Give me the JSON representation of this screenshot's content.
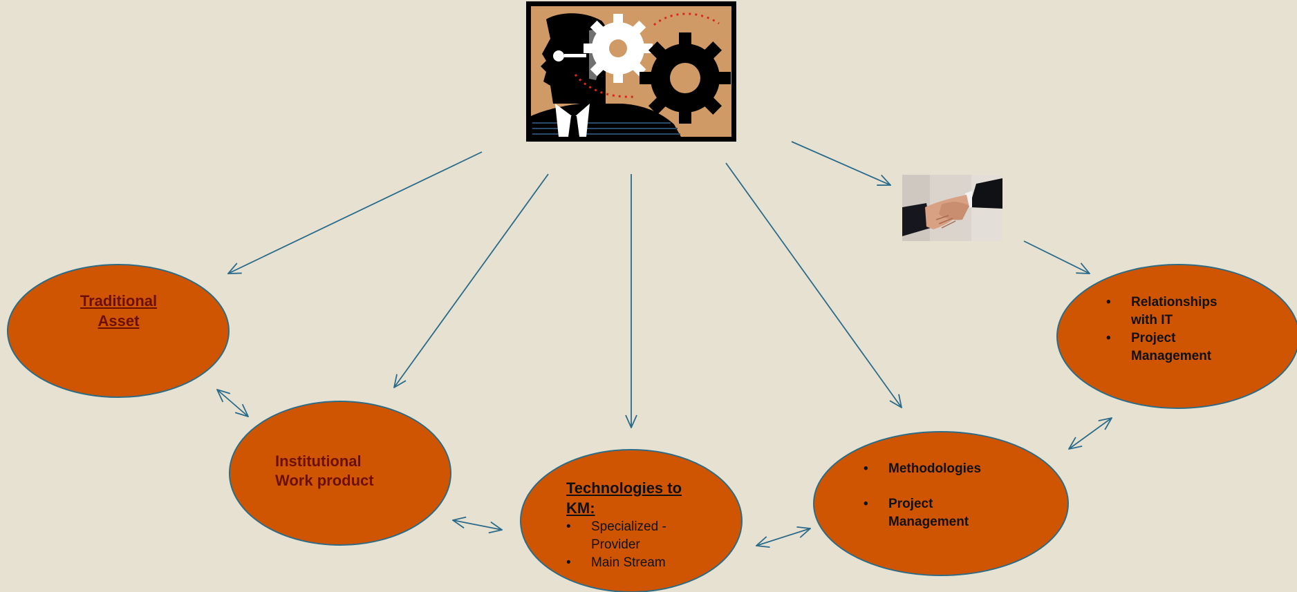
{
  "nodes": {
    "traditional_asset": {
      "title": "Traditional Asset"
    },
    "institutional_work_product": {
      "title": "Institutional Work product"
    },
    "technologies_km": {
      "title": "Technologies to KM:",
      "bullets": [
        "Specialized - Provider",
        "Main Stream"
      ]
    },
    "methodologies": {
      "bullets": [
        "Methodologies",
        "Project Management"
      ]
    },
    "relationships": {
      "bullets": [
        "Relationships with IT",
        "Project Management"
      ]
    }
  },
  "images": {
    "head_gears": {
      "icon": "head-with-gears-icon"
    },
    "handshake": {
      "icon": "handshake-photo"
    }
  },
  "colors": {
    "background": "#e6e1d1",
    "node_fill": "#d05503",
    "node_stroke": "#2e6b84",
    "arrow": "#2a6a8a",
    "dark_red_text": "#6b0f00",
    "black_text": "#111111"
  }
}
